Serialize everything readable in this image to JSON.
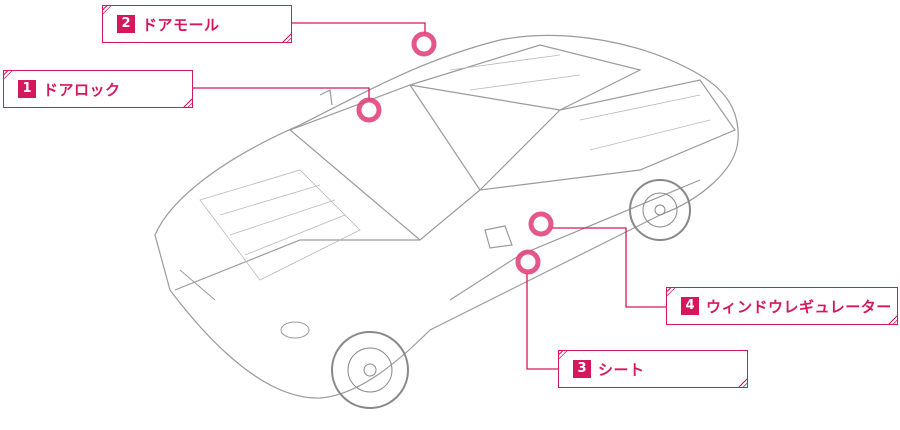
{
  "accent_color": "#d6175b",
  "callouts": [
    {
      "number": "1",
      "label": "ドアロック"
    },
    {
      "number": "2",
      "label": "ドアモール"
    },
    {
      "number": "3",
      "label": "シート"
    },
    {
      "number": "4",
      "label": "ウィンドウレギュレーター"
    }
  ]
}
